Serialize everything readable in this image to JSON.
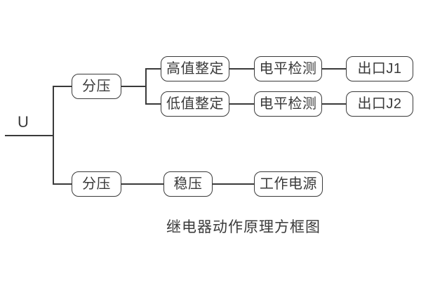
{
  "diagram": {
    "caption": "继电器动作原理方框图",
    "input_label": "U",
    "line_color": "#3a3a3a",
    "background_color": "#ffffff",
    "nodes": {
      "voltage_divider_top": "分压",
      "high_value_setting": "高值整定",
      "low_value_setting": "低值整定",
      "level_detection_1": "电平检测",
      "level_detection_2": "电平检测",
      "output_j1": "出口J1",
      "output_j2": "出口J2",
      "voltage_divider_bottom": "分压",
      "voltage_regulator": "稳压",
      "working_power": "工作电源"
    }
  }
}
